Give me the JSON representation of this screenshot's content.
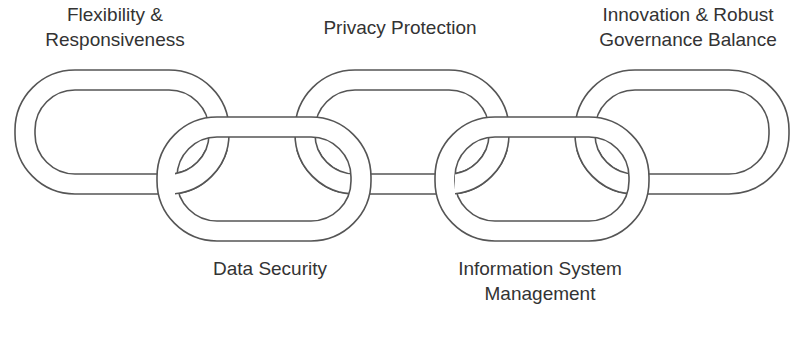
{
  "diagram": {
    "labels": [
      "Flexibility & Responsiveness",
      "Privacy Protection",
      "Innovation & Robust Governance Balance",
      "Data Security",
      "Information System Management"
    ]
  }
}
